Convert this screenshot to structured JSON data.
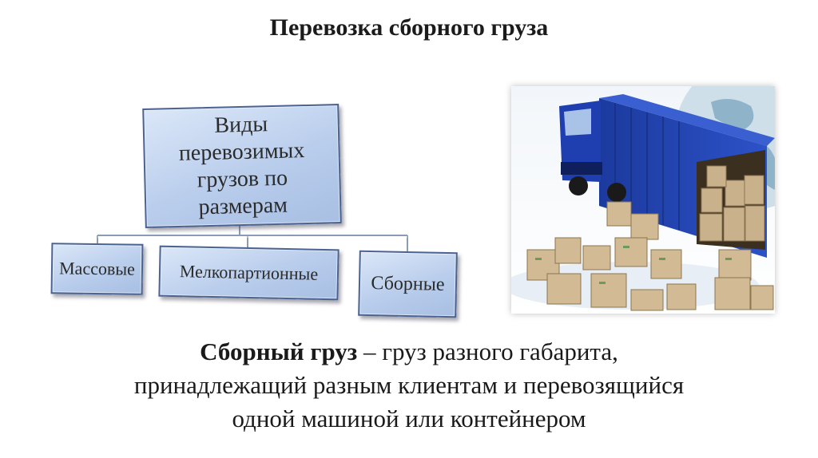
{
  "title": "Перевозка сборного груза",
  "diagram": {
    "root": "Виды перевозимых грузов по размерам",
    "children": [
      "Массовые",
      "Мелкопартионные",
      "Сборные"
    ]
  },
  "illustration": {
    "icon": "truck-with-cargo-boxes-icon",
    "colors": {
      "truck": "#1f3fb0",
      "boxes": "#c9b18b",
      "globe": "#8fb3c9"
    }
  },
  "definition": {
    "term": "Сборный груз",
    "dash": " – ",
    "line1_rest": "груз разного габарита,",
    "line2": "принадлежащий разным клиентам и перевозящийся",
    "line3": "одной машиной или контейнером"
  }
}
